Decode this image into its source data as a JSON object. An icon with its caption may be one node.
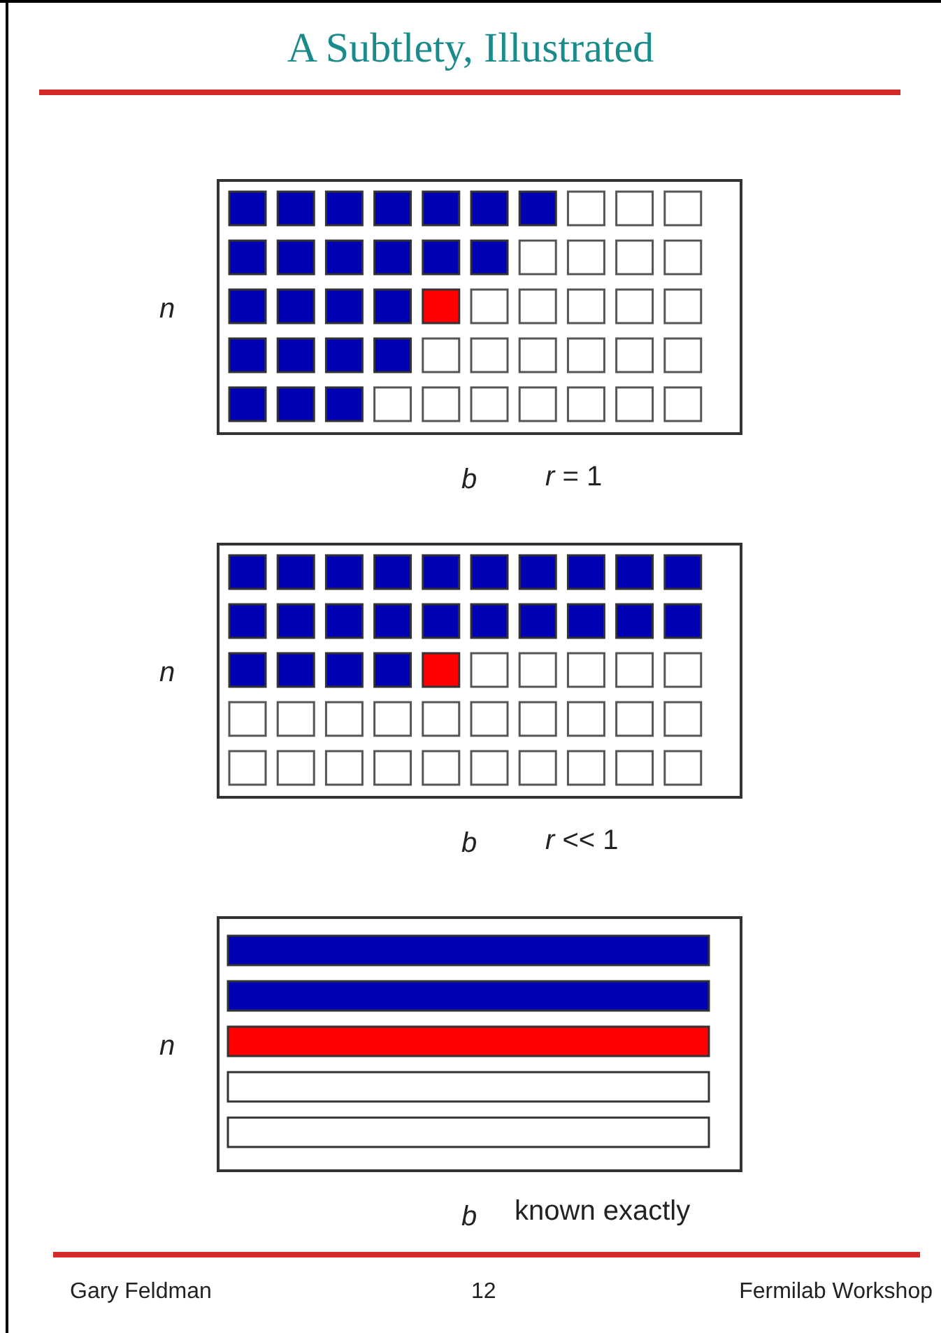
{
  "diagram": {
    "title": "A Subtlety, Illustrated",
    "labels": [
      "n",
      "b",
      "*r* = 1",
      "n",
      "b",
      "*r* << 1",
      "n",
      "b",
      "known exactly",
      "Gary Feldman",
      "12",
      "Fermilab Workshop"
    ]
  }
}
